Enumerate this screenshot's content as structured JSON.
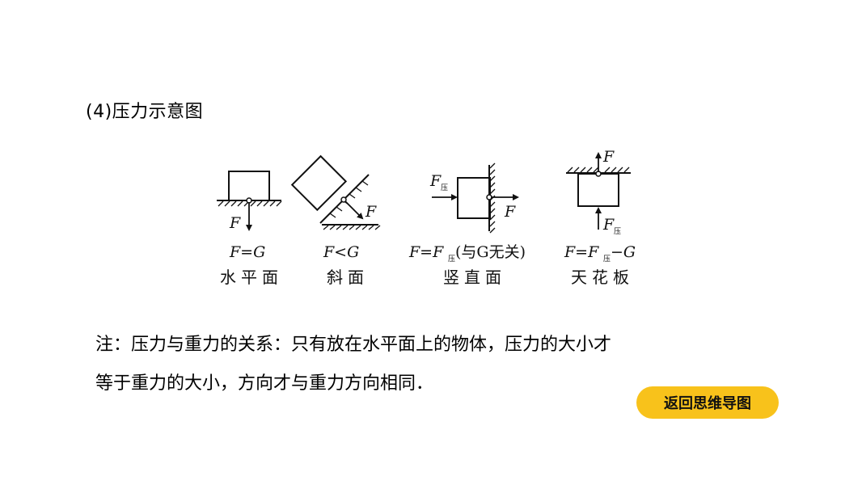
{
  "heading": "(4)压力示意图",
  "figure": {
    "panels": [
      {
        "formula": "F=G",
        "caption": "水平面",
        "force": "F"
      },
      {
        "formula": "F<G",
        "caption": "斜面",
        "force": "F"
      },
      {
        "formula_parts": [
          "F=F",
          "压",
          "(与G无关)"
        ],
        "caption": "竖直面",
        "force_press": "F",
        "force_press_sub": "压",
        "force": "F"
      },
      {
        "formula_parts": [
          "F=F",
          "压",
          "−G"
        ],
        "caption": "天花板",
        "force_press": "F",
        "force_press_sub": "压",
        "force": "F"
      }
    ]
  },
  "note": {
    "line1": "注：压力与重力的关系：只有放在水平面上的物体，压力的大小才",
    "line2": "等于重力的大小，方向才与重力方向相同．"
  },
  "back_button": {
    "label": "返回思维导图",
    "color": "#f8c21b"
  }
}
